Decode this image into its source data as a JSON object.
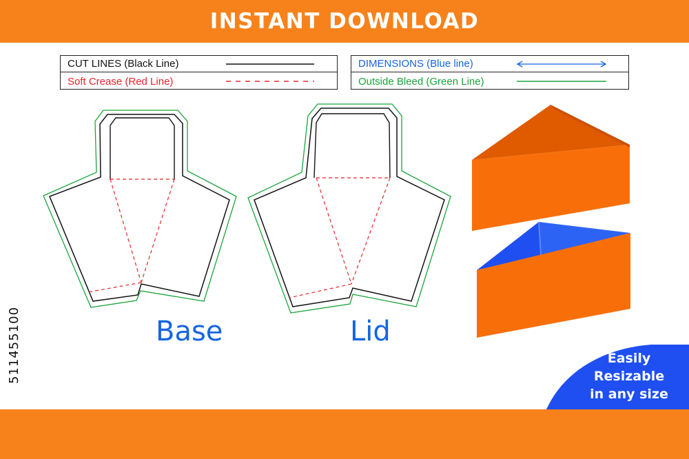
{
  "header": {
    "title": "INSTANT DOWNLOAD"
  },
  "legend": {
    "cut": "CUT LINES (Black Line)",
    "crease": "Soft Crease (Red Line)",
    "dimensions": "DIMENSIONS (Blue line)",
    "bleed": "Outside Bleed (Green Line)"
  },
  "labels": {
    "base": "Base",
    "lid": "Lid"
  },
  "badge": {
    "line1": "Easily",
    "line2": "Resizable",
    "line3": "in any size"
  },
  "stock_id": "511455100",
  "colors": {
    "orange": "#f7821b",
    "cut": "#111111",
    "crease": "#e8232a",
    "dimension": "#1565e0",
    "bleed": "#1aa33a",
    "box_orange": "#f86f0a",
    "box_orange_dark": "#e05a00",
    "box_blue": "#1f4ff0"
  }
}
